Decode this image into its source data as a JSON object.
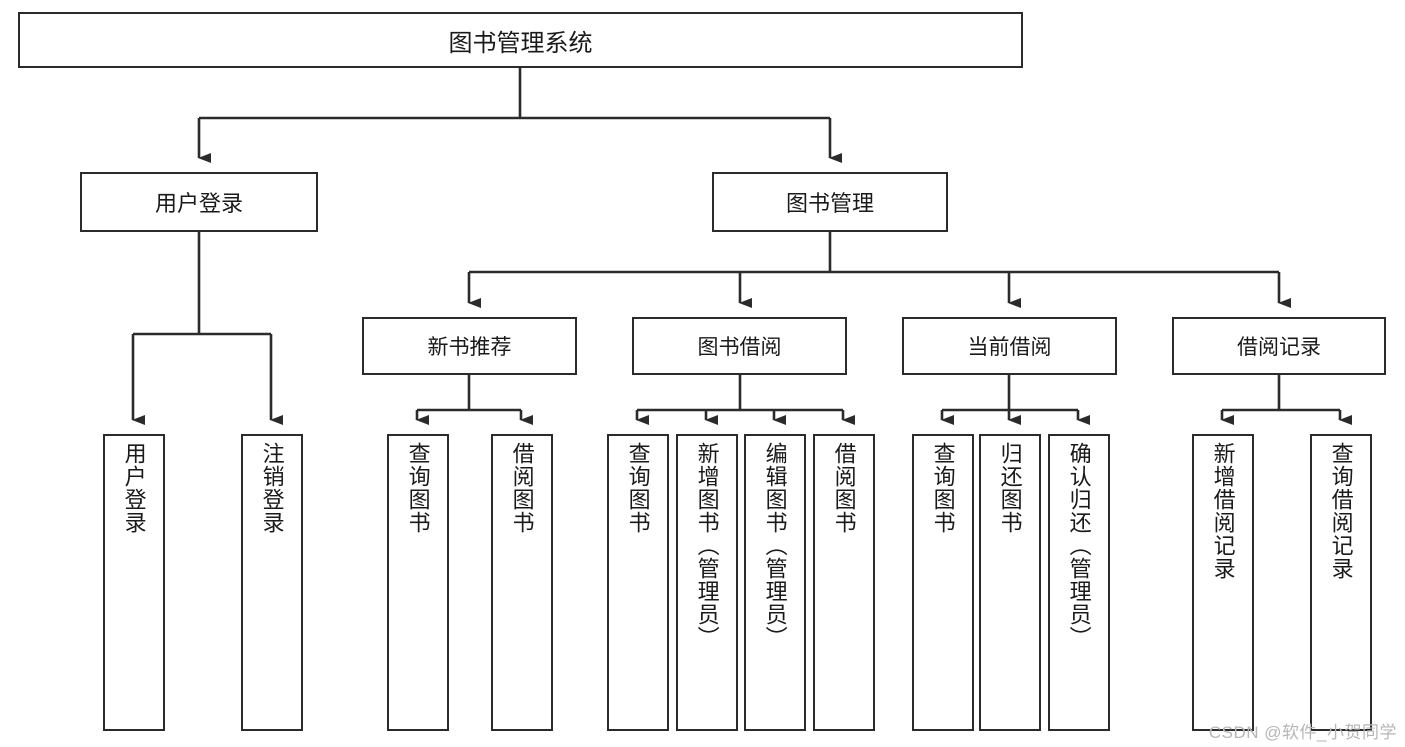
{
  "diagram": {
    "title": "图书管理系统",
    "root": {
      "label": "图书管理系统"
    },
    "level1": [
      {
        "label": "用户登录"
      },
      {
        "label": "图书管理"
      }
    ],
    "level2": [
      {
        "label": "新书推荐"
      },
      {
        "label": "图书借阅"
      },
      {
        "label": "当前借阅"
      },
      {
        "label": "借阅记录"
      }
    ],
    "leaves": [
      {
        "label": "用户登录",
        "parent": "用户登录"
      },
      {
        "label": "注销登录",
        "parent": "用户登录"
      },
      {
        "label": "查询图书",
        "parent": "新书推荐"
      },
      {
        "label": "借阅图书",
        "parent": "新书推荐"
      },
      {
        "label": "查询图书",
        "parent": "图书借阅"
      },
      {
        "label": "新增图书（管理员）",
        "parent": "图书借阅"
      },
      {
        "label": "编辑图书（管理员）",
        "parent": "图书借阅"
      },
      {
        "label": "借阅图书",
        "parent": "图书借阅"
      },
      {
        "label": "查询图书",
        "parent": "当前借阅"
      },
      {
        "label": "归还图书",
        "parent": "当前借阅"
      },
      {
        "label": "确认归还（管理员）",
        "parent": "当前借阅"
      },
      {
        "label": "新增借阅记录",
        "parent": "借阅记录"
      },
      {
        "label": "查询借阅记录",
        "parent": "借阅记录"
      }
    ]
  },
  "watermark": {
    "text": "CSDN @软件_小贺同学"
  },
  "colors": {
    "stroke": "#2b2b2b",
    "text": "#1a1a1a",
    "background": "#ffffff",
    "watermark": "#b6b6b6"
  }
}
